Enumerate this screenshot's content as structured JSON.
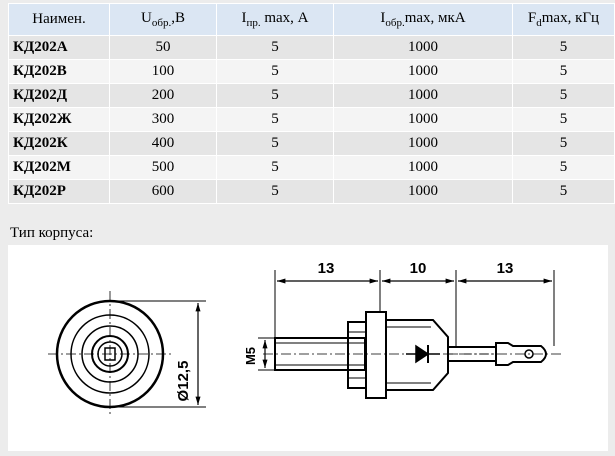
{
  "table": {
    "headers": {
      "name": "Наимен.",
      "u_main": "U",
      "u_sub": "обр.",
      "u_unit": ",В",
      "i_main": "I",
      "i_sub": "пр.",
      "i_unit": " max, А",
      "ir_main": "I",
      "ir_sub": "обр.",
      "ir_unit": "max, мкА",
      "f_main": "F",
      "f_sub": "d",
      "f_unit": "max, кГц"
    },
    "rows": [
      {
        "name": "КД202А",
        "u": "50",
        "i": "5",
        "ir": "1000",
        "f": "5"
      },
      {
        "name": "КД202В",
        "u": "100",
        "i": "5",
        "ir": "1000",
        "f": "5"
      },
      {
        "name": "КД202Д",
        "u": "200",
        "i": "5",
        "ir": "1000",
        "f": "5"
      },
      {
        "name": "КД202Ж",
        "u": "300",
        "i": "5",
        "ir": "1000",
        "f": "5"
      },
      {
        "name": "КД202К",
        "u": "400",
        "i": "5",
        "ir": "1000",
        "f": "5"
      },
      {
        "name": "КД202М",
        "u": "500",
        "i": "5",
        "ir": "1000",
        "f": "5"
      },
      {
        "name": "КД202Р",
        "u": "600",
        "i": "5",
        "ir": "1000",
        "f": "5"
      }
    ]
  },
  "case_label": "Тип корпуса:",
  "drawing": {
    "dim_left": "13",
    "dim_middle": "10",
    "dim_right": "13",
    "thread": "М5",
    "diameter": "Ø12,5"
  }
}
